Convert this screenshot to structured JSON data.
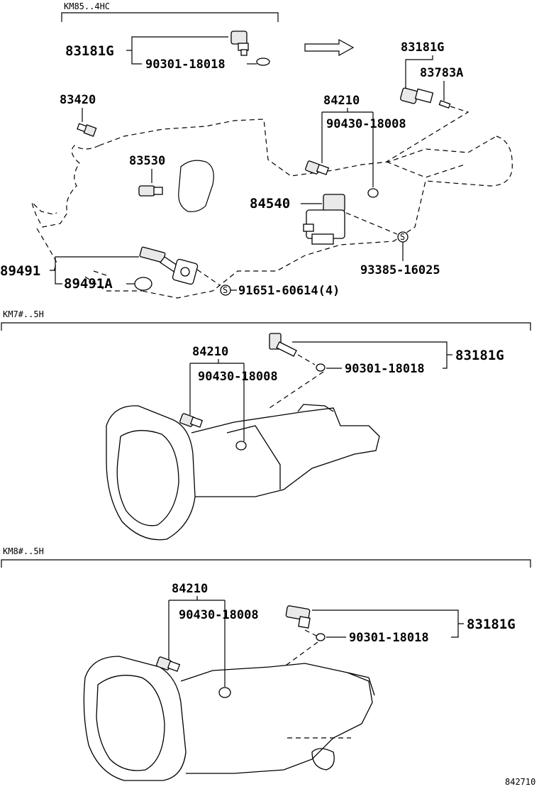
{
  "sections": [
    {
      "label": "KM85..4HC"
    },
    {
      "label": "KM7#..5H"
    },
    {
      "label": "KM8#..5H"
    }
  ],
  "parts": {
    "s1_83181G": "83181G",
    "s1_90301": "90301-18018",
    "s1_83181G_b": "83181G",
    "s1_83783A": "83783A",
    "s1_83420": "83420",
    "s1_84210": "84210",
    "s1_90430": "90430-18008",
    "s1_83530": "83530",
    "s1_84540": "84540",
    "s1_89491": "89491",
    "s1_89491A": "89491A",
    "s1_93385": "93385-16025",
    "s1_91651": "91651-60614(4)",
    "s2_84210": "84210",
    "s2_90430": "90430-18008",
    "s2_83181G": "83181G",
    "s2_90301": "90301-18018",
    "s3_84210": "84210",
    "s3_90430": "90430-18008",
    "s3_83181G": "83181G",
    "s3_90301": "90301-18018"
  },
  "seal_symbol": "S",
  "figure_id": "842710"
}
